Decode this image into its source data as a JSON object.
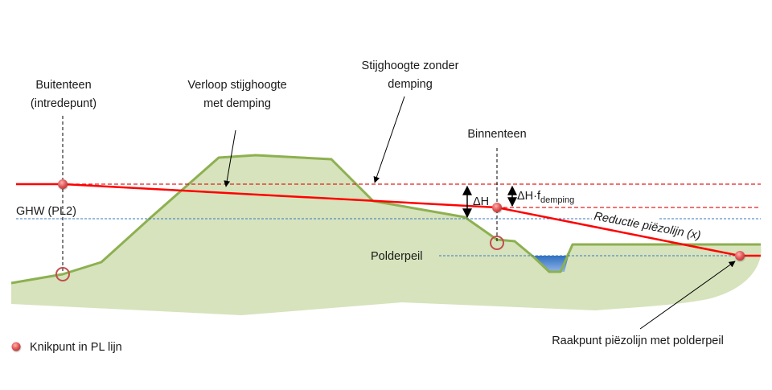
{
  "labels": {
    "buitenteen_line1": "Buitenteen",
    "buitenteen_line2": "(intredepunt)",
    "verloop_line1": "Verloop stijghoogte",
    "verloop_line2": "met demping",
    "zonder_line1": "Stijghoogte zonder",
    "zonder_line2": "demping",
    "binnenteen": "Binnenteen",
    "ghw": "GHW (PL2)",
    "delta_h": "ΔH",
    "delta_h_f": "ΔH·f",
    "delta_h_f_sub": "demping",
    "reductie": "Reductie piëzolijn (x)",
    "polderpeil": "Polderpeil",
    "raakpunt": "Raakpunt piëzolijn met polderpeil"
  },
  "legend": {
    "marker": "red-dot",
    "label": "Knikpunt in PL lijn"
  },
  "colors": {
    "soil_fill": "#d6e3bc",
    "dike_outline": "#8db050",
    "phreatic_line": "#ff0000",
    "reference_dashed": "#e02020",
    "water_level": "#3a78c2",
    "ditch_water": "#4a86d4",
    "knikpunt": "#e05a5a",
    "crossing_circle": "#c0504d"
  }
}
